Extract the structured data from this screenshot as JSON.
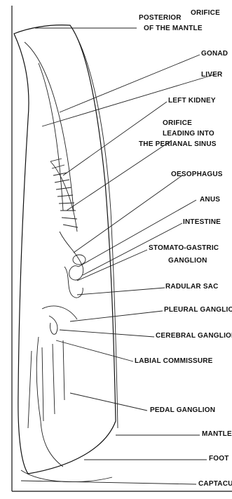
{
  "labels": {
    "posterior_orifice_1": "POSTERIOR",
    "posterior_orifice_2": "ORIFICE",
    "posterior_orifice_3": "OF THE MANTLE",
    "gonad": "GONAD",
    "liver": "LIVER",
    "left_kidney": "LEFT KIDNEY",
    "orifice_sinus_1": "ORIFICE",
    "orifice_sinus_2": "LEADING INTO",
    "orifice_sinus_3": "THE PERIANAL SINUS",
    "oesophagus": "OESOPHAGUS",
    "anus": "ANUS",
    "intestine": "INTESTINE",
    "stomato_1": "STOMATO-GASTRIC",
    "stomato_2": "GANGLION",
    "radular_sac": "RADULAR SAC",
    "pleural_ganglion": "PLEURAL GANGLION",
    "cerebral_ganglion": "CEREBRAL GANGLION",
    "labial_commissure": "LABIAL COMMISSURE",
    "pedal_ganglion": "PEDAL GANGLION",
    "mantle": "MANTLE",
    "foot": "FOOT",
    "captacula": "CAPTACULA"
  }
}
